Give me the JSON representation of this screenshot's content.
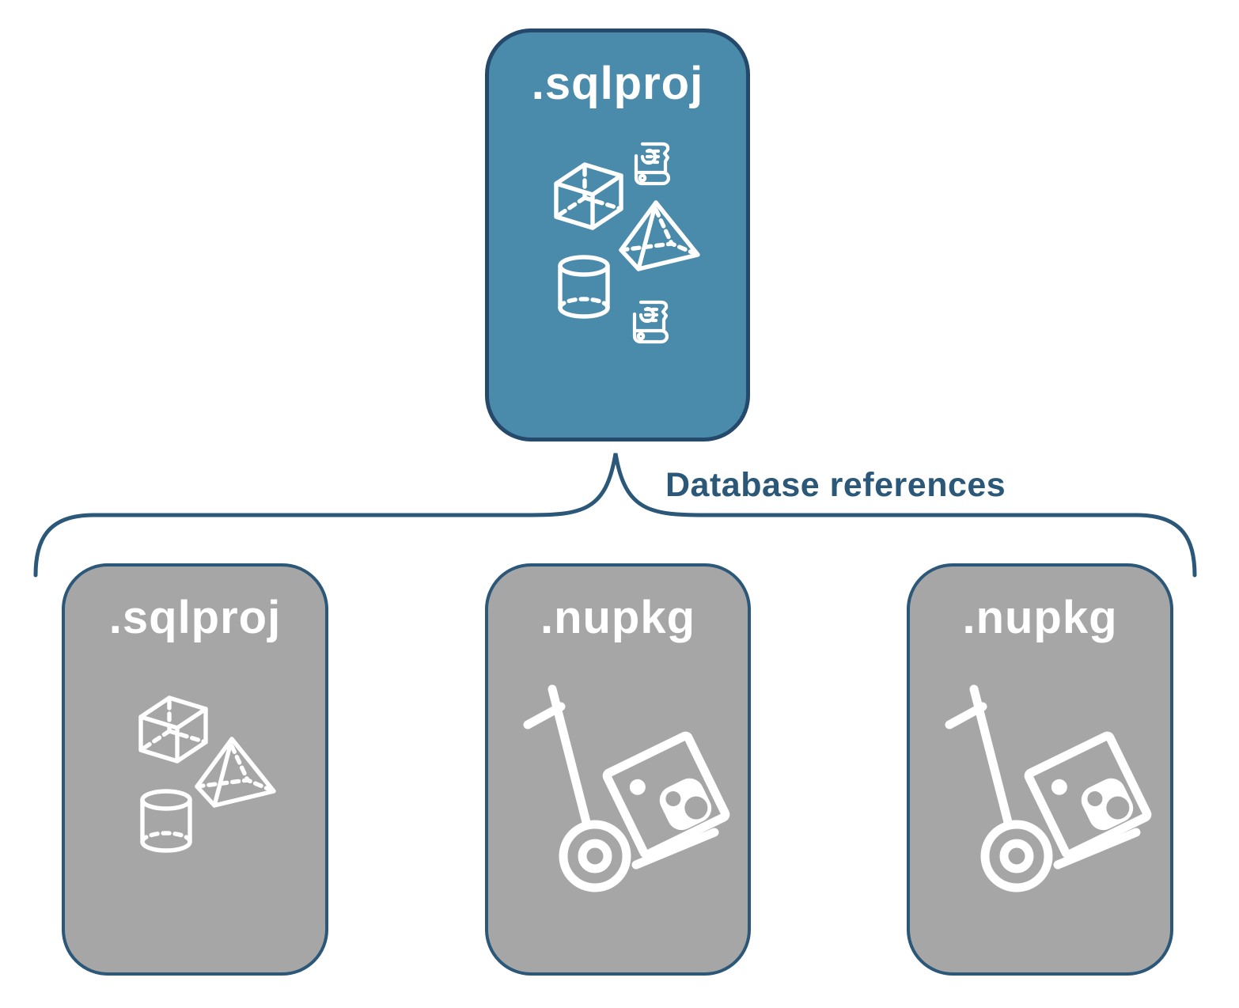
{
  "diagram": {
    "parent": {
      "label": ".sqlproj",
      "icons": [
        "script-scroll",
        "cube",
        "pyramid",
        "database-cylinder",
        "script-scroll"
      ]
    },
    "connector_label": "Database references",
    "children": [
      {
        "label": ".sqlproj",
        "icons": [
          "cube",
          "pyramid",
          "database-cylinder"
        ]
      },
      {
        "label": ".nupkg",
        "icons": [
          "nuget-hand-truck-package"
        ]
      },
      {
        "label": ".nupkg",
        "icons": [
          "nuget-hand-truck-package"
        ]
      }
    ],
    "colors": {
      "teal": "#4A8AAA",
      "teal_border": "#25496B",
      "gray": "#A6A6A6",
      "navy": "#2B5778",
      "icon": "#FFFFFF"
    }
  }
}
